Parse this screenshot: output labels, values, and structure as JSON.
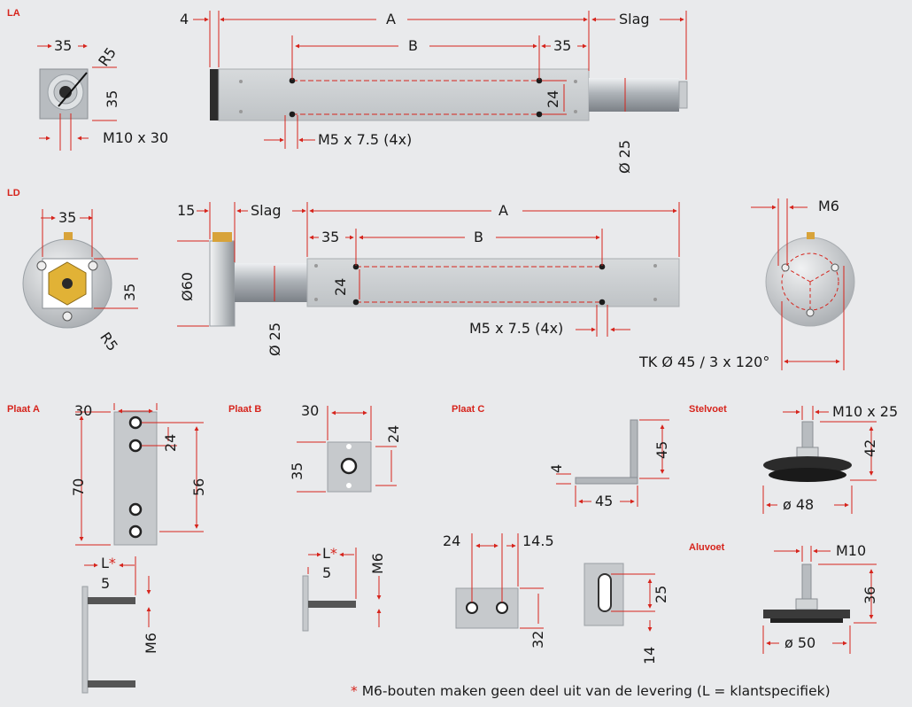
{
  "colors": {
    "background": "#e9eaec",
    "dimension_red": "#d6241c",
    "profile_grey": "#c9cccf",
    "brass": "#d8a33a"
  },
  "sections": {
    "la": {
      "title": "LA"
    },
    "ld": {
      "title": "LD"
    },
    "plaat_a": {
      "title": "Plaat A"
    },
    "plaat_b": {
      "title": "Plaat B"
    },
    "plaat_c": {
      "title": "Plaat C"
    },
    "stelvoet": {
      "title": "Stelvoet"
    },
    "aluvoet": {
      "title": "Aluvoet"
    }
  },
  "la": {
    "end_w": "35",
    "radius": "R5",
    "end_h": "35",
    "thread": "M10 x 30",
    "cap": "4",
    "a": "A",
    "stroke": "Slag",
    "b": "B",
    "hole_offset": "35",
    "hole_pitch": "24",
    "holes": "M5 x 7.5 (4x)",
    "rod_dia": "Ø 25"
  },
  "ld": {
    "end_w": "35",
    "end_h": "35",
    "radius": "R5",
    "flange": "15",
    "stroke": "Slag",
    "a": "A",
    "hole_offset": "35",
    "b": "B",
    "flange_dia": "Ø60",
    "hole_pitch": "24",
    "rod_dia": "Ø 25",
    "holes": "M5 x 7.5 (4x)",
    "thread": "M6",
    "bolt_circle": "TK Ø 45 / 3 x 120°"
  },
  "plaat_a": {
    "width": "30",
    "height": "70",
    "pitch1": "24",
    "pitch2": "56",
    "length": "L",
    "length_star": "*",
    "thickness": "5",
    "bolt": "M6"
  },
  "plaat_b": {
    "width": "30",
    "height": "35",
    "pitch": "24",
    "length": "L",
    "length_star": "*",
    "thickness": "5",
    "bolt": "M6"
  },
  "plaat_c": {
    "thickness": "4",
    "leg_h": "45",
    "leg_w": "45",
    "pitch": "24",
    "edge": "14.5",
    "height": "32",
    "slot": "25",
    "slot_offset": "14"
  },
  "stelvoet": {
    "thread": "M10 x 25",
    "height": "42",
    "dia": "ø 48"
  },
  "aluvoet": {
    "thread": "M10",
    "height": "36",
    "dia": "ø 50"
  },
  "footnote": {
    "star": "*",
    "text": "M6-bouten maken geen deel uit van de levering (L = klantspecifiek)"
  }
}
